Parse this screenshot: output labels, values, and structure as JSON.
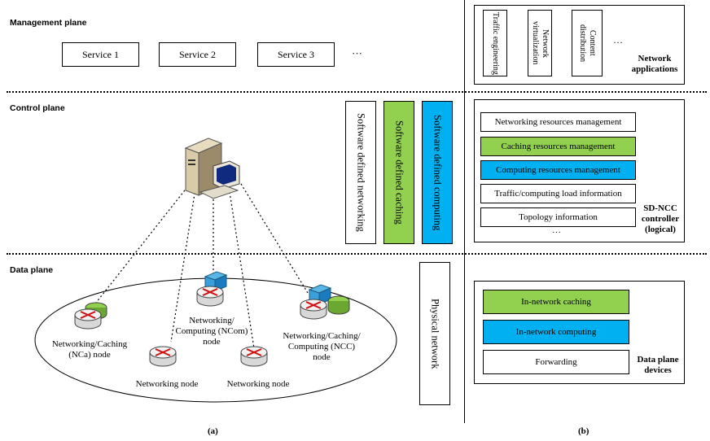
{
  "planes": {
    "management": "Management plane",
    "control": "Control plane",
    "data": "Data plane"
  },
  "services": [
    "Service 1",
    "Service 2",
    "Service 3",
    "···"
  ],
  "control_boxes": {
    "sdn": "Software defined networking",
    "sdc": "Software defined caching",
    "sdcomp": "Software defined computing"
  },
  "physical_network": "Physical network",
  "nodes": {
    "nca": "Networking/Caching\n(NCa) node",
    "ncom": "Networking/\nComputing (NCom)\nnode",
    "ncc": "Networking/Caching/\nComputing (NCC)\nnode",
    "networking1": "Networking node",
    "networking2": "Networking node"
  },
  "right": {
    "apps": [
      "Traffic engineering",
      "Network virtualization",
      "Content distribution"
    ],
    "apps_more": "···",
    "apps_label": "Network\napplications",
    "controller_items": [
      "Networking resources management",
      "Caching resources management",
      "Computing resources management",
      "Traffic/computing load information",
      "Topology information"
    ],
    "controller_more": "···",
    "controller_label": "SD-NCC\ncontroller\n(logical)",
    "device_items": [
      "In-network caching",
      "In-network computing",
      "Forwarding"
    ],
    "device_label": "Data plane\ndevices"
  },
  "captions": {
    "a": "(a)",
    "b": "(b)"
  },
  "colors": {
    "green": "#92d050",
    "blue": "#00b0f0"
  }
}
